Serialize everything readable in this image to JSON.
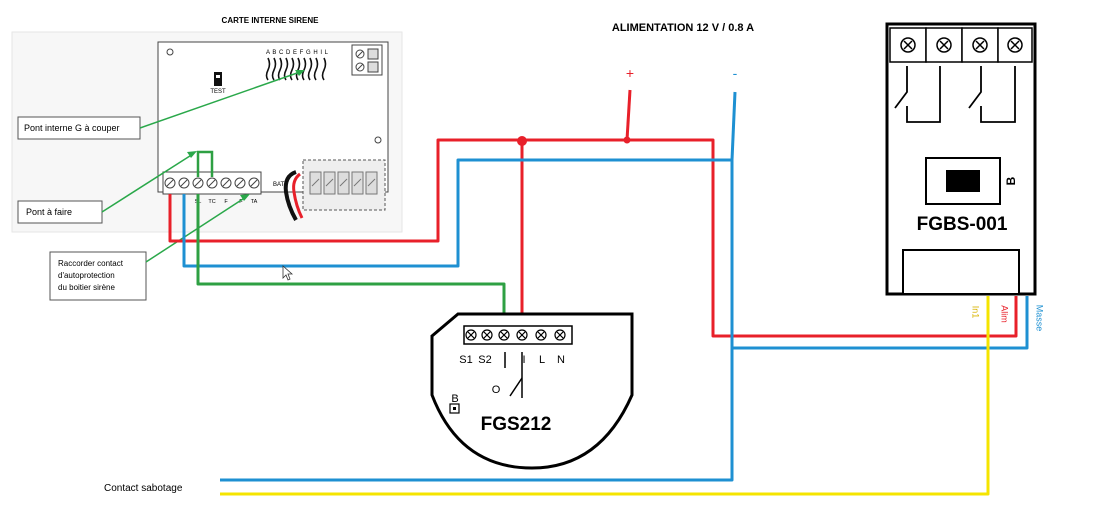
{
  "siren_card": {
    "title": "CARTE INTERNE SIRENE",
    "bridge_letters": "A B C D E F G H I  L",
    "test_label": "TEST",
    "terminal_labels": [
      "+",
      "−",
      "SL",
      "TC",
      "F",
      "-F",
      "TA"
    ],
    "batt_label": "BATT"
  },
  "power": {
    "title": "ALIMENTATION 12 V / 0.8 A",
    "plus": "+",
    "minus": "-"
  },
  "callouts": {
    "bridge_cut": "Pont interne G à couper",
    "bridge_make": "Pont à faire",
    "tamper_line1": "Raccorder contact",
    "tamper_line2": "d'autoprotection",
    "tamper_line3": "du boitier sirène"
  },
  "fgs212": {
    "name": "FGS212",
    "terminals": [
      "S1",
      "S2",
      "I",
      "I",
      "L",
      "N"
    ],
    "contact_label": "O",
    "button_label": "B"
  },
  "fgbs001": {
    "name": "FGBS-001",
    "button_label": "B",
    "wire_labels": [
      "In1",
      "Alim",
      "Masse"
    ]
  },
  "tamper_contact": "Contact sabotage",
  "colors": {
    "red_wire": "#e8202a",
    "blue_wire": "#1e90d2",
    "green_wire": "#2ea043",
    "yellow_wire": "#f5e400",
    "callout_arrow": "#2aa84a",
    "label_in1": "#d8b400",
    "label_alim": "#e8202a",
    "label_masse": "#1e90d2"
  }
}
